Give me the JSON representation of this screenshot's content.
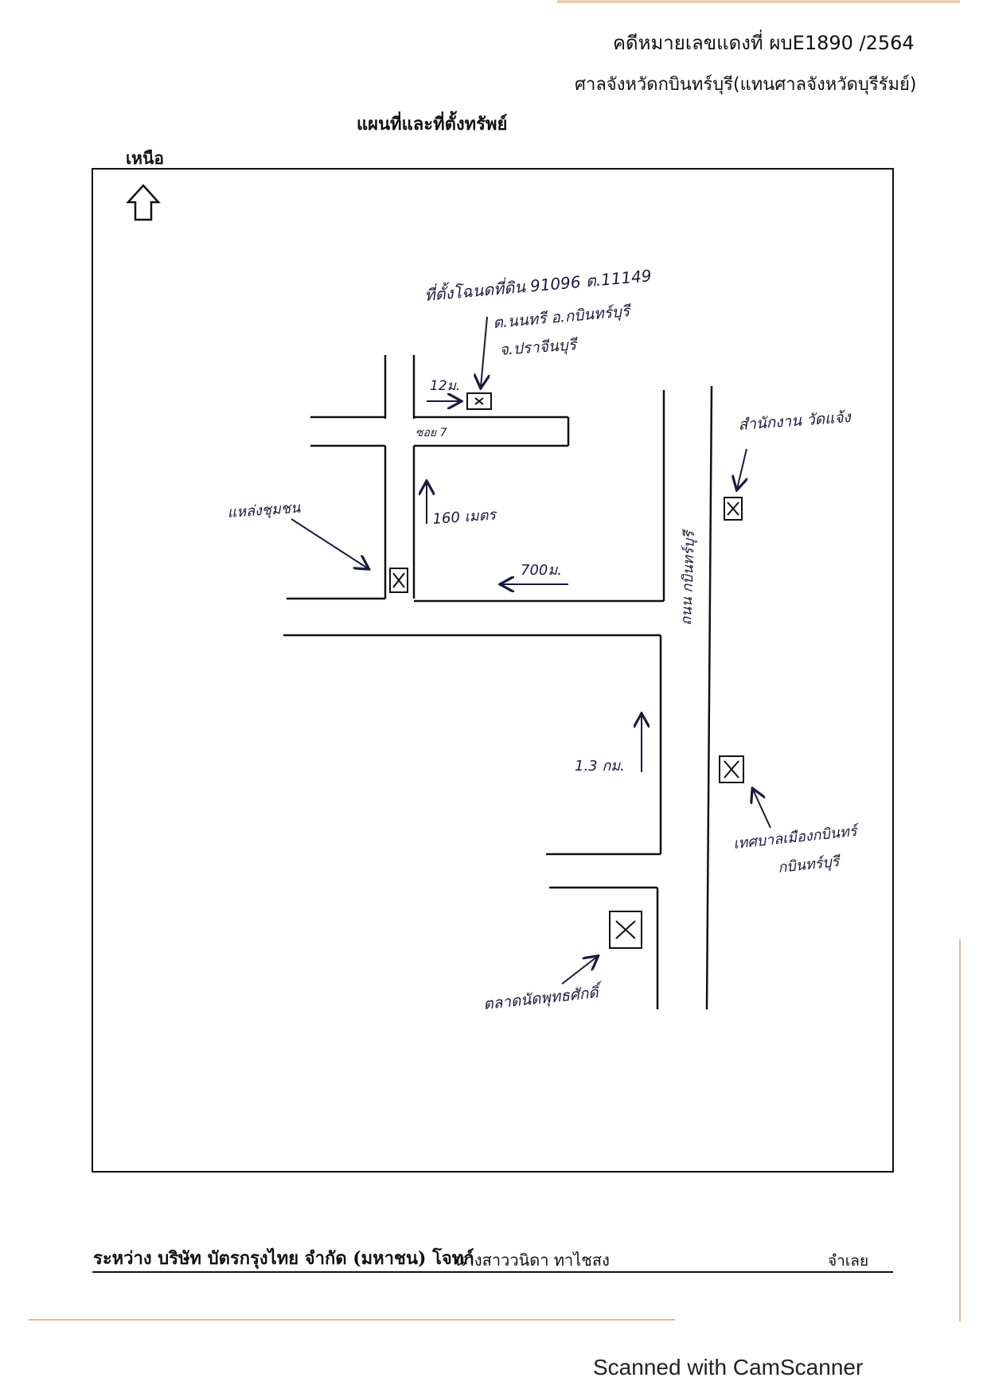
{
  "header": {
    "case_number": "คดีหมายเลขแดงที่ ผบE1890 /2564",
    "court": "ศาลจังหวัดกบินทร์บุรี(แทนศาลจังหวัดบุรีรัมย์)",
    "title": "แผนที่และที่ตั้งทรัพย์"
  },
  "map": {
    "north_label": "เหนือ",
    "north_icon": "up-arrow-icon",
    "notes": {
      "property_line1": "ที่ตั้งโฉนดที่ดิน 91096 ต.11149",
      "property_line2": "ต.นนทรี อ.กบินทร์บุรี",
      "property_line3": "จ.ปราจีนบุรี",
      "dist_12m": "12ม.",
      "alley": "ซอย 7",
      "dist_160m": "160 เมตร",
      "dist_700m": "700ม.",
      "dist_13km": "1.3 กม.",
      "road_name": "ถนน กบินทร์บุรี",
      "landmark_school": "แหล่งชุมชน",
      "landmark_temple": "สำนักงาน วัดแจ้ง",
      "landmark_industrial_1": "เทศบาลเมืองกบินทร์",
      "landmark_industrial_2": "กบินทร์บุรี",
      "landmark_market": "ตลาดนัดพุทธศักดิ์"
    }
  },
  "footer": {
    "parties": "ระหว่าง บริษัท บัตรกรุงไทย จำกัด (มหาชน) โจทก์",
    "defendant": "นางสาววนิดา ทาไชสง",
    "role": "จำเลย"
  },
  "watermark": "Scanned with CamScanner"
}
